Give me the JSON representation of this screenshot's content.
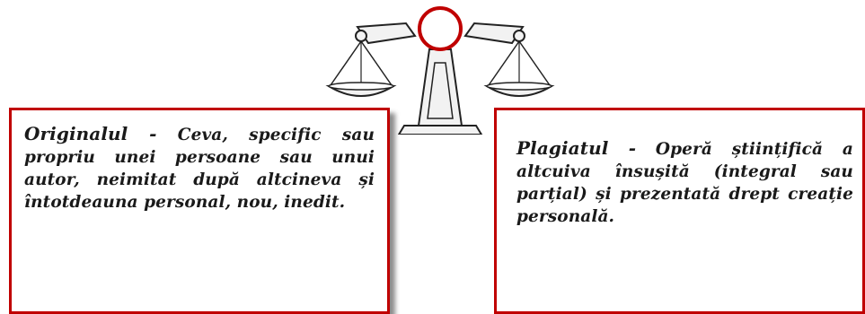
{
  "left_box": {
    "term": "Originalul -",
    "definition": "Ceva, specific sau propriu unei persoane sau unui autor, neimitat după altcineva și întotdeauna personal, nou, inedit."
  },
  "right_box": {
    "term": "Plagiatul -",
    "definition": "Operă științifică a altcuiva însușită (integral sau parțial) și prezentată drept creație personală."
  },
  "colors": {
    "border": "#c00000",
    "text": "#1a1a1a",
    "scale_stroke": "#222222",
    "scale_fill": "#f2f2f2"
  },
  "icons": [
    "balance-scale-icon"
  ]
}
